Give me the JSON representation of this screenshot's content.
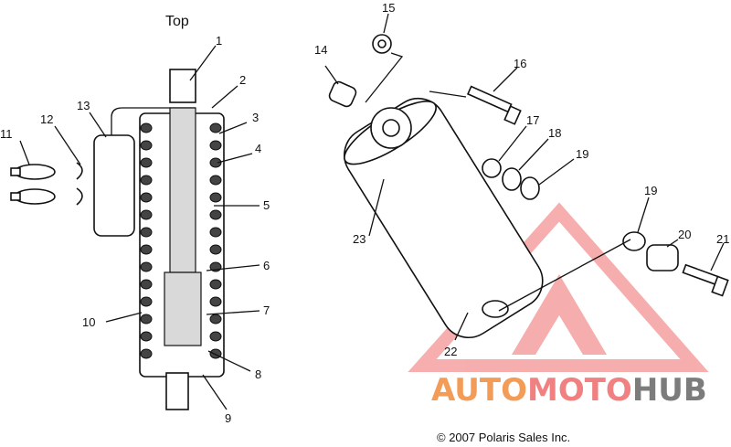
{
  "diagram": {
    "top_label": "Top",
    "copyright": "© 2007 Polaris Sales Inc.",
    "callouts": {
      "c1": "1",
      "c2": "2",
      "c3": "3",
      "c4": "4",
      "c5": "5",
      "c6": "6",
      "c7": "7",
      "c8": "8",
      "c9": "9",
      "c10": "10",
      "c11": "11",
      "c12": "12",
      "c13": "13",
      "c14": "14",
      "c15": "15",
      "c16": "16",
      "c17": "17",
      "c18": "18",
      "c19a": "19",
      "c19b": "19",
      "c20": "20",
      "c21": "21",
      "c22": "22",
      "c23": "23"
    }
  },
  "watermark": {
    "part1": "AUTO",
    "part2": "MOTO",
    "part3": "HUB",
    "colors": {
      "orange": "#f08b3c",
      "red": "#ef6b6b",
      "gray": "#666666"
    }
  }
}
